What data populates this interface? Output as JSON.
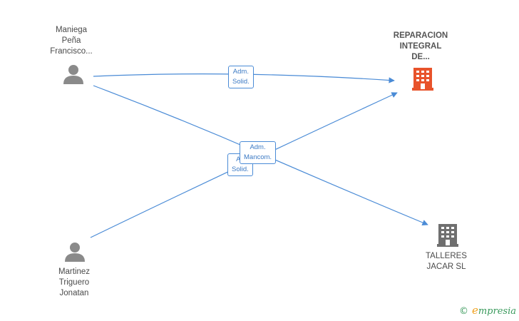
{
  "people": [
    {
      "id": "p1",
      "label": "Maniega\nPeña\nFrancisco..."
    },
    {
      "id": "p2",
      "label": "Martinez\nTriguero\nJonatan"
    }
  ],
  "companies": [
    {
      "id": "c1",
      "label": "REPARACION\nINTEGRAL\nDE...",
      "color": "#e8532b"
    },
    {
      "id": "c2",
      "label": "TALLERES\nJACAR SL",
      "color": "#6f6f6f"
    }
  ],
  "edge_labels": [
    {
      "id": "e1",
      "text": "Adm.\nSolid."
    },
    {
      "id": "e2",
      "text": "Ad\nSolid."
    },
    {
      "id": "e3",
      "text": "Adm.\nMancom."
    }
  ],
  "colors": {
    "edge": "#4a8bd6",
    "person": "#8a8a8a"
  },
  "brand": {
    "copyright": "©",
    "initial": "e",
    "name": "mpresia"
  }
}
